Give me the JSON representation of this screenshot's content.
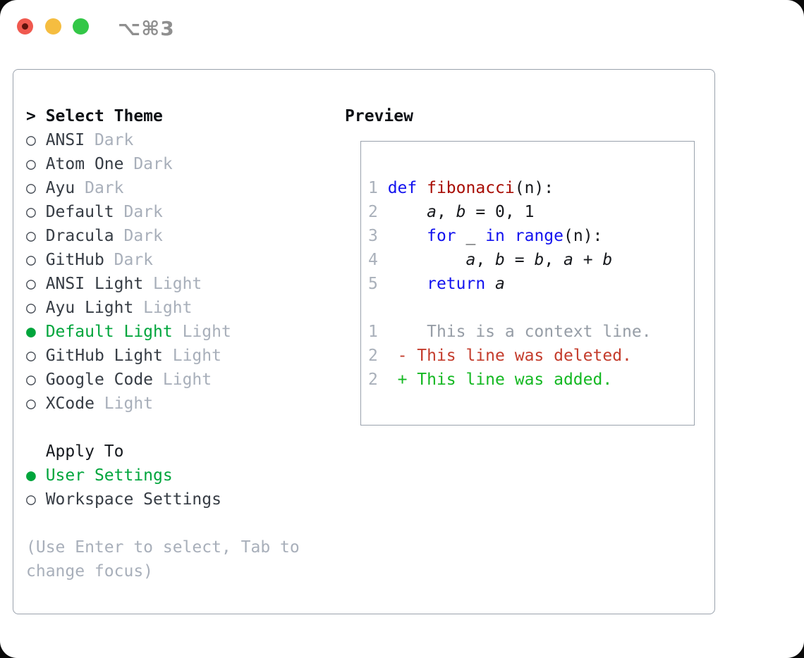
{
  "titlebar": {
    "title": "⌥⌘3",
    "buttons": [
      {
        "name": "close",
        "color": "#f0594f"
      },
      {
        "name": "minimize",
        "color": "#f5bd40"
      },
      {
        "name": "zoom",
        "color": "#33c747"
      }
    ]
  },
  "colors": {
    "accent_green": "#00a53c",
    "keyword_blue": "#1212ef",
    "function_red": "#a80d04",
    "diff_deleted_red": "#c43c2c",
    "diff_added_green": "#14b822",
    "muted_gray": "#a8afba",
    "border_gray": "#9aa2ad"
  },
  "theme_picker": {
    "prompt": ">",
    "title": "Select Theme",
    "items": [
      {
        "label": "ANSI",
        "variant": "Dark",
        "selected": false
      },
      {
        "label": "Atom One",
        "variant": "Dark",
        "selected": false
      },
      {
        "label": "Ayu",
        "variant": "Dark",
        "selected": false
      },
      {
        "label": "Default",
        "variant": "Dark",
        "selected": false
      },
      {
        "label": "Dracula",
        "variant": "Dark",
        "selected": false
      },
      {
        "label": "GitHub",
        "variant": "Dark",
        "selected": false
      },
      {
        "label": "ANSI Light",
        "variant": "Light",
        "selected": false
      },
      {
        "label": "Ayu Light",
        "variant": "Light",
        "selected": false
      },
      {
        "label": "Default Light",
        "variant": "Light",
        "selected": true
      },
      {
        "label": "GitHub Light",
        "variant": "Light",
        "selected": false
      },
      {
        "label": "Google Code",
        "variant": "Light",
        "selected": false
      },
      {
        "label": "XCode",
        "variant": "Light",
        "selected": false
      }
    ],
    "apply_to": {
      "title": "Apply To",
      "options": [
        {
          "label": "User Settings",
          "selected": true
        },
        {
          "label": "Workspace Settings",
          "selected": false
        }
      ]
    },
    "hint_lines": [
      "(Use Enter to select, Tab to",
      "change focus)"
    ]
  },
  "preview": {
    "title": "Preview",
    "code_lines": [
      [
        {
          "c": "ln",
          "t": "1 "
        },
        {
          "c": "kw",
          "t": "def"
        },
        {
          "c": "",
          "t": " "
        },
        {
          "c": "fn",
          "t": "fibonacci"
        },
        {
          "c": "",
          "t": "(n):"
        }
      ],
      [
        {
          "c": "ln",
          "t": "2 "
        },
        {
          "c": "",
          "t": "    "
        },
        {
          "c": "var",
          "t": "a"
        },
        {
          "c": "",
          "t": ", "
        },
        {
          "c": "var",
          "t": "b"
        },
        {
          "c": "",
          "t": " = 0, 1"
        }
      ],
      [
        {
          "c": "ln",
          "t": "3 "
        },
        {
          "c": "",
          "t": "    "
        },
        {
          "c": "kw",
          "t": "for"
        },
        {
          "c": "",
          "t": " _ "
        },
        {
          "c": "kw",
          "t": "in"
        },
        {
          "c": "",
          "t": " "
        },
        {
          "c": "kw",
          "t": "range"
        },
        {
          "c": "",
          "t": "(n):"
        }
      ],
      [
        {
          "c": "ln",
          "t": "4 "
        },
        {
          "c": "",
          "t": "        "
        },
        {
          "c": "var",
          "t": "a"
        },
        {
          "c": "",
          "t": ", "
        },
        {
          "c": "var",
          "t": "b"
        },
        {
          "c": "",
          "t": " = "
        },
        {
          "c": "var",
          "t": "b"
        },
        {
          "c": "",
          "t": ", "
        },
        {
          "c": "var",
          "t": "a"
        },
        {
          "c": "",
          "t": " + "
        },
        {
          "c": "var",
          "t": "b"
        }
      ],
      [
        {
          "c": "ln",
          "t": "5 "
        },
        {
          "c": "",
          "t": "    "
        },
        {
          "c": "kw",
          "t": "return"
        },
        {
          "c": "",
          "t": " "
        },
        {
          "c": "var",
          "t": "a"
        }
      ],
      [],
      [
        {
          "c": "ln",
          "t": "1"
        },
        {
          "c": "ctx",
          "t": "     This is a context line."
        }
      ],
      [
        {
          "c": "ln",
          "t": "2"
        },
        {
          "c": "",
          "t": "  "
        },
        {
          "c": "del",
          "t": "- This line was deleted."
        }
      ],
      [
        {
          "c": "ln",
          "t": "2"
        },
        {
          "c": "",
          "t": "  "
        },
        {
          "c": "add",
          "t": "+ This line was added."
        }
      ]
    ]
  }
}
